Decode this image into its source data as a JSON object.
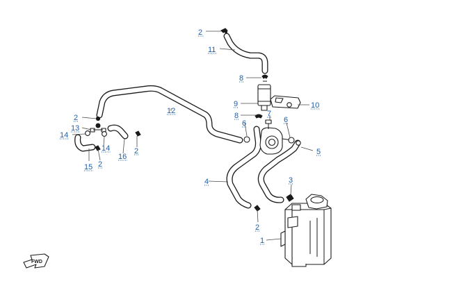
{
  "callouts": {
    "c1": "1",
    "c2": "2",
    "c3": "3",
    "c4": "4",
    "c5": "5",
    "c6": "6",
    "c7": "7",
    "c8": "8",
    "c9": "9",
    "c10": "10",
    "c11": "11",
    "c12": "12",
    "c13": "13",
    "c14": "14",
    "c15": "15",
    "c16": "16"
  },
  "direction_badge": "FWD",
  "colors": {
    "callout_text": "#1f5fa8",
    "line_art": "#1a1a1a",
    "background": "#ffffff"
  }
}
